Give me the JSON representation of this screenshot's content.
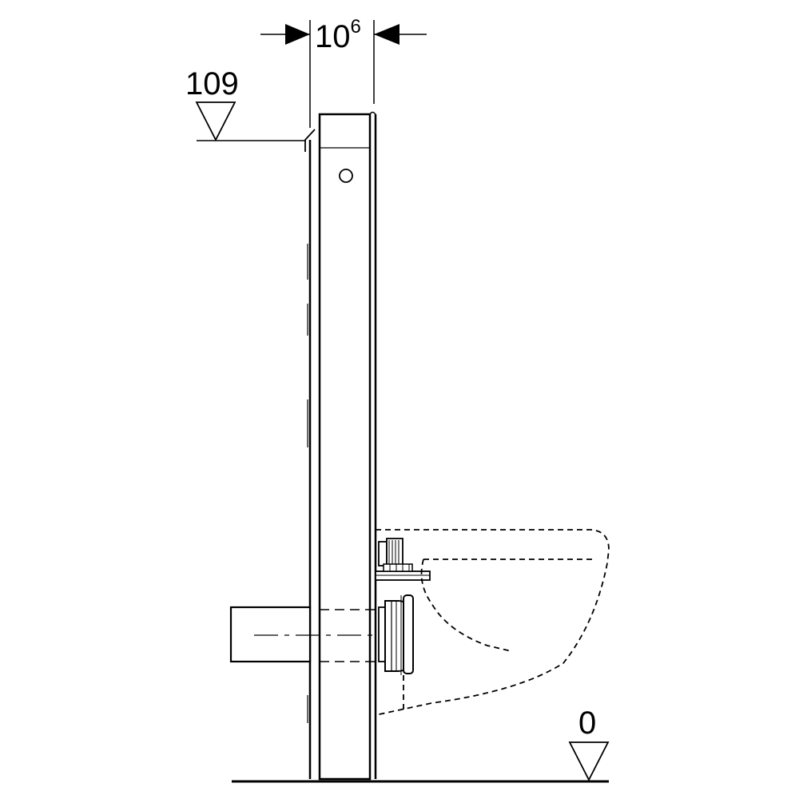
{
  "dimensions": {
    "depth": {
      "base": "10",
      "superscript": "6"
    },
    "top_level": "109",
    "floor_level": "0"
  },
  "colors": {
    "line": "#000000",
    "background": "#ffffff"
  }
}
